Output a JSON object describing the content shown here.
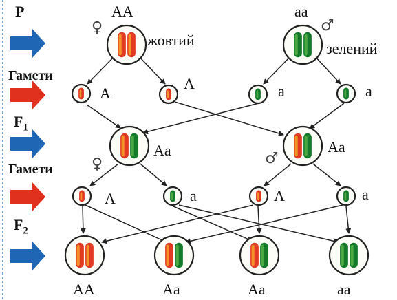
{
  "colors": {
    "dominant": "#e23a22",
    "dominant_light": "#f5a22a",
    "recessive": "#137a2a",
    "recessive_light": "#56b046",
    "blue_arrow": "#1f66b4",
    "red_arrow": "#e0311f",
    "border_dash": "#7fa8d6"
  },
  "rows": {
    "p": "P",
    "gametes_1": "Гамети",
    "f1_main": "F",
    "f1_sub": "1",
    "gametes_2": "Гамети",
    "f2_main": "F",
    "f2_sub": "2"
  },
  "parents": {
    "female_genotype": "AA",
    "female_symbol": "♀",
    "female_trait": "жовтий",
    "male_genotype": "aa",
    "male_symbol": "♂",
    "male_trait": "зелений"
  },
  "gametes_p": [
    "A",
    "A",
    "a",
    "a"
  ],
  "f1": {
    "female_symbol": "♀",
    "male_symbol": "♂",
    "left_genotype": "Aa",
    "right_genotype": "Aa"
  },
  "gametes_f1": [
    "A",
    "a",
    "A",
    "a"
  ],
  "f2": [
    "AA",
    "Aa",
    "Aa",
    "aa"
  ]
}
